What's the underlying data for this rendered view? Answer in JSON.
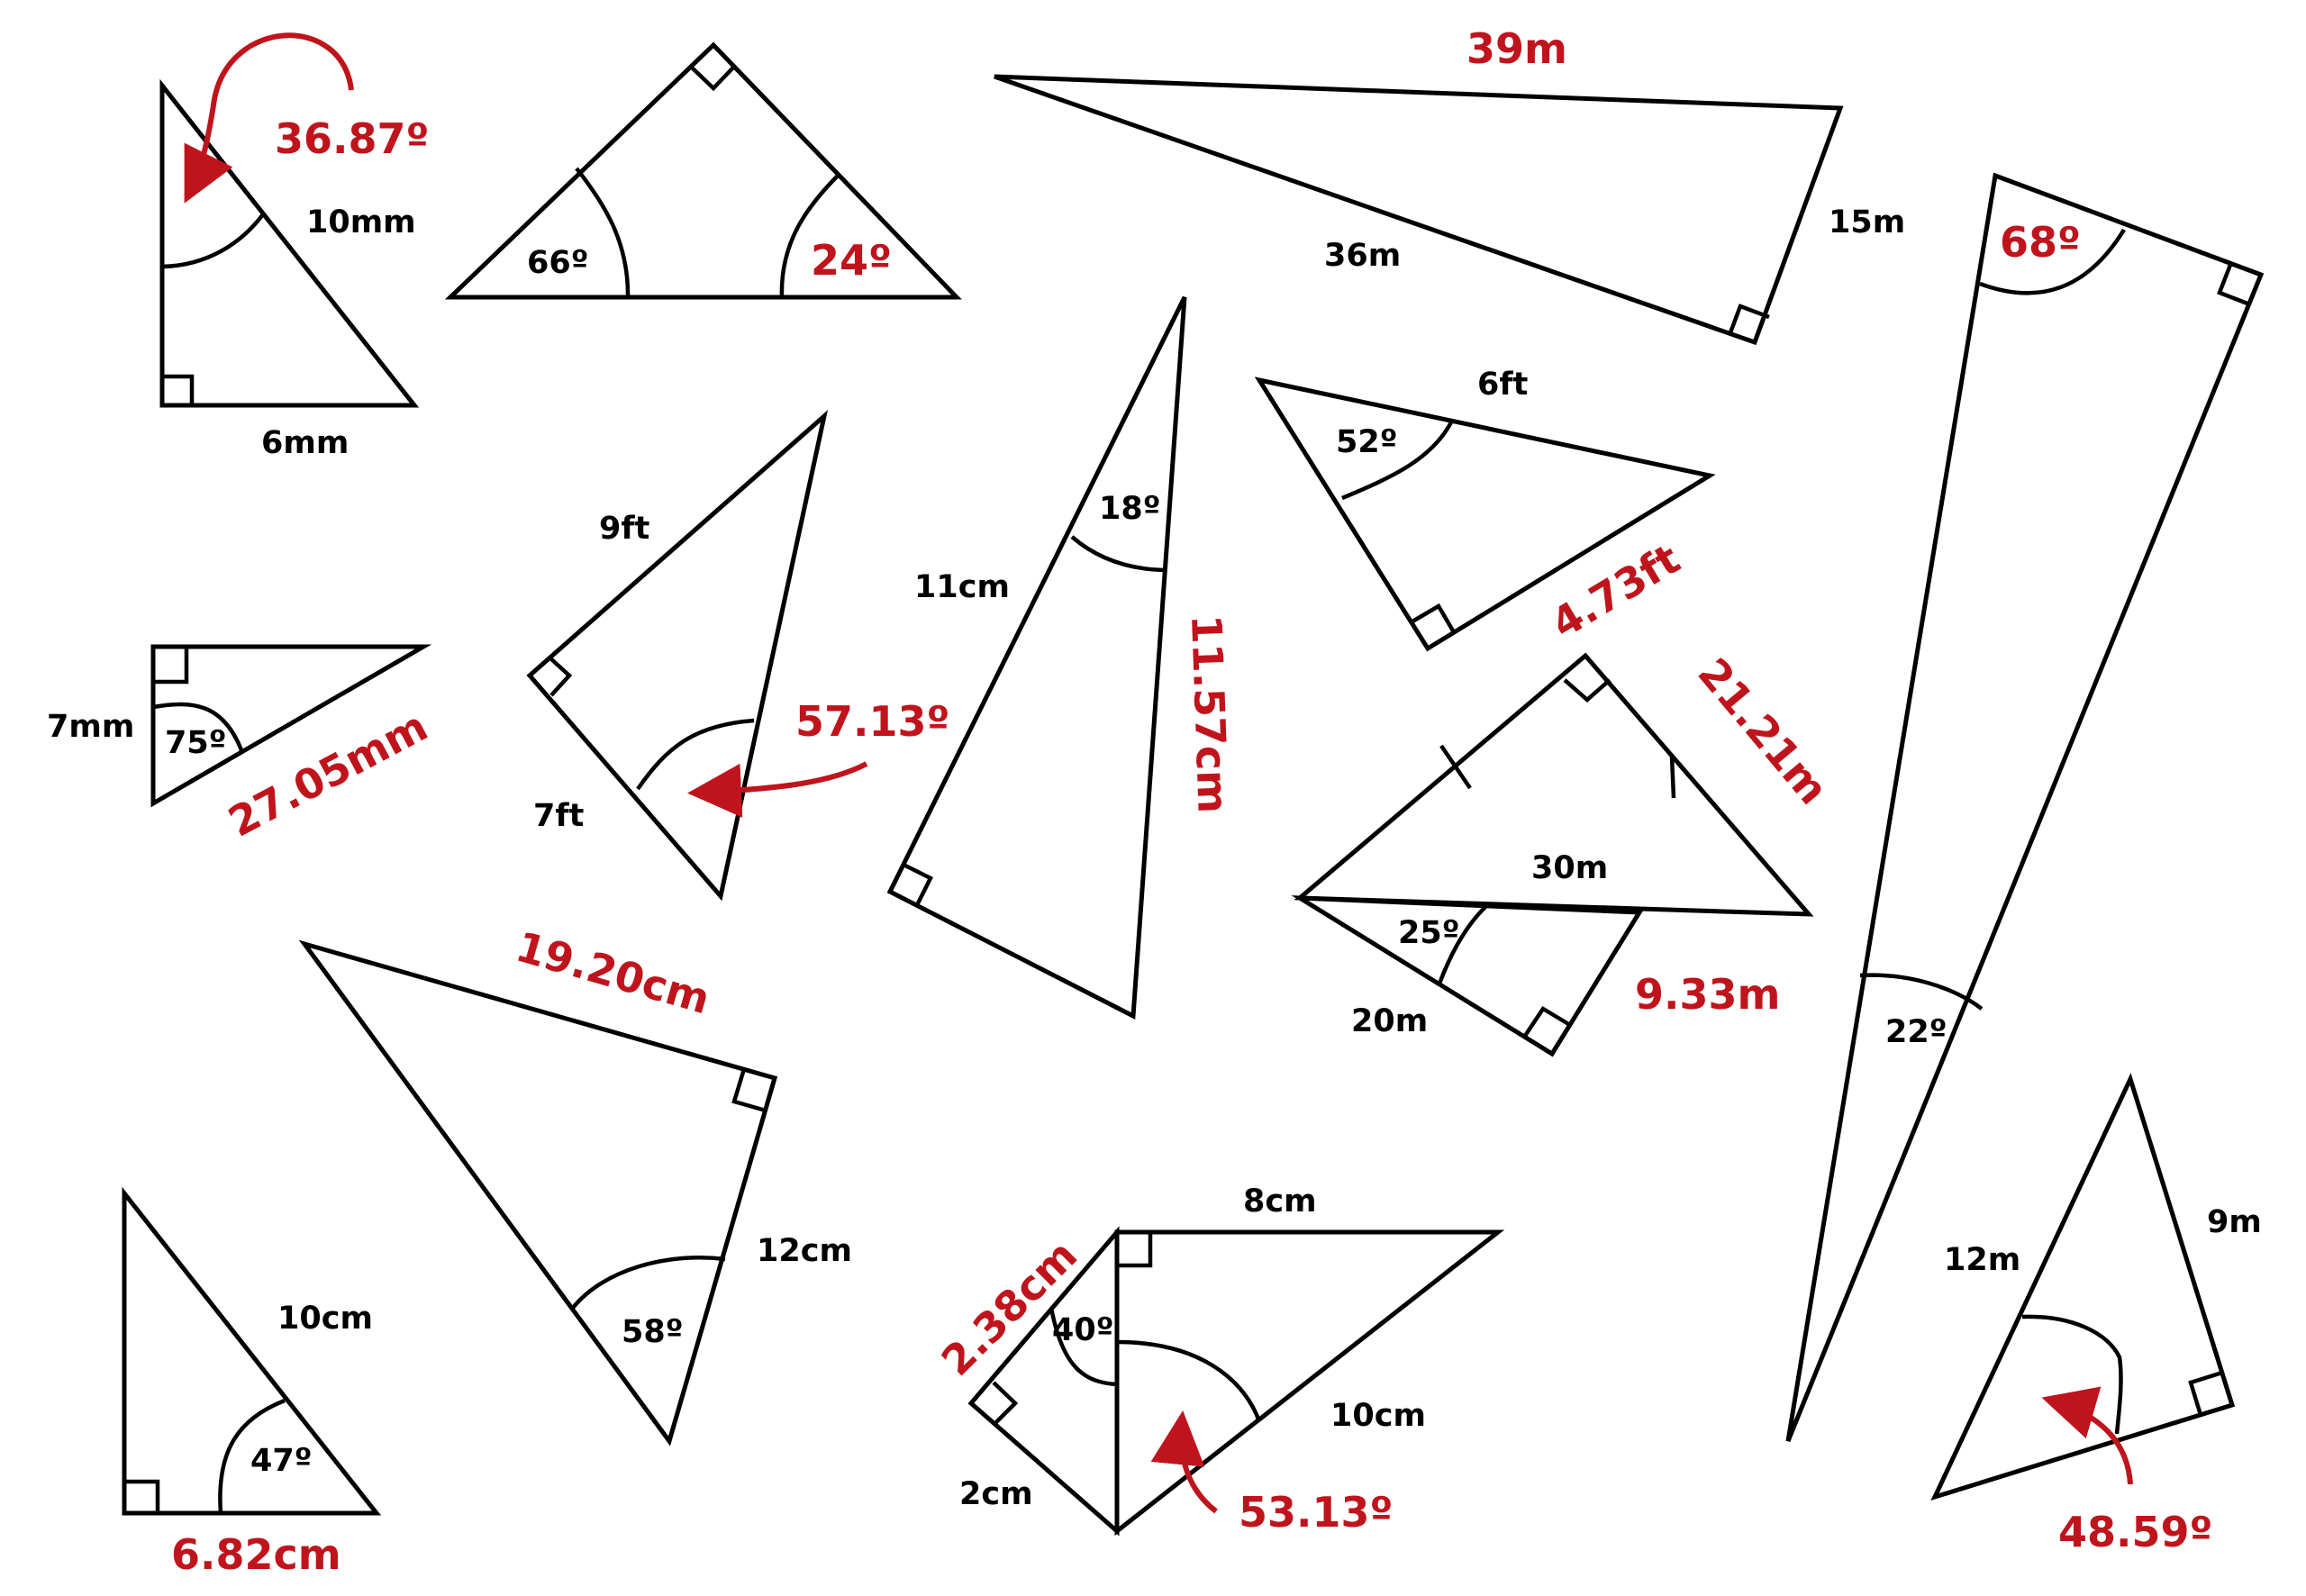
{
  "colors": {
    "label": "#000000",
    "answer": "#c0141c",
    "background": "#ffffff"
  },
  "labels": {
    "t1_side_hyp": "10mm",
    "t1_side_base": "6mm",
    "t1_angle": "36.87º",
    "t2_angle_left": "66º",
    "t2_angle_right": "24º",
    "t3_side_long": "39m",
    "t3_side_hyp": "36m",
    "t3_side_short": "15m",
    "t4_angle_top": "68º",
    "t4_angle_bottom": "22º",
    "t5_side_top": "6ft",
    "t5_angle": "52º",
    "t5_side_answer": "4.73ft",
    "t6_side_left": "11cm",
    "t6_angle": "18º",
    "t6_side_answer": "11.57cm",
    "t7_side_top": "9ft",
    "t7_side_bottom": "7ft",
    "t7_angle": "57.13º",
    "t8_side": "7mm",
    "t8_angle": "75º",
    "t8_side_answer": "27.05mm",
    "t9_side_answer": "21.21m",
    "t9_side_base": "30m",
    "t10_angle": "25º",
    "t10_side": "20m",
    "t10_side_answer": "9.33m",
    "t11_side_answer": "19.20cm",
    "t11_side": "12cm",
    "t11_angle": "58º",
    "t12_side": "10cm",
    "t12_angle": "47º",
    "t12_side_answer": "6.82cm",
    "t13_side_top": "8cm",
    "t13_side_right": "10cm",
    "t13_angle": "53.13º",
    "t14_side_answer": "2.38cm",
    "t14_angle": "40º",
    "t14_side": "2cm",
    "t15_side_left": "12m",
    "t15_side_right": "9m",
    "t15_angle": "48.59º"
  }
}
